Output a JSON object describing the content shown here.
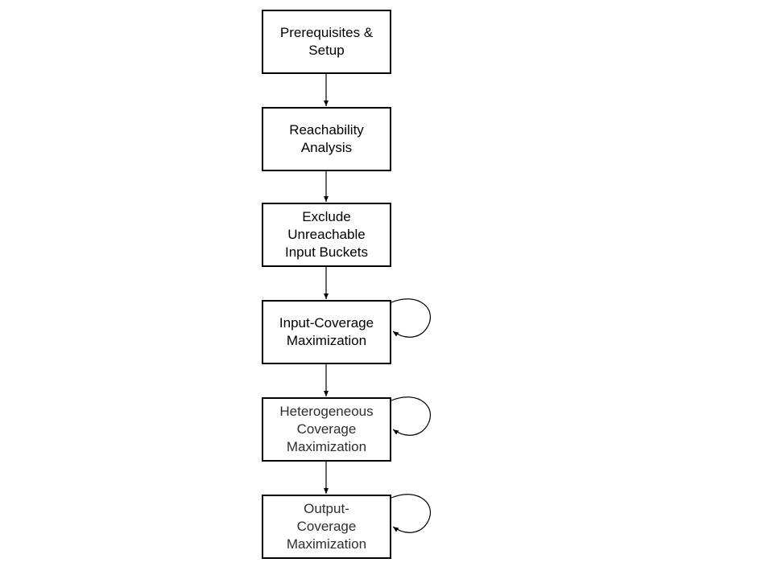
{
  "diagram": {
    "nodes": [
      {
        "id": "prerequisites",
        "label": "Prerequisites &\nSetup",
        "self_loop": false
      },
      {
        "id": "reachability",
        "label": "Reachability\nAnalysis",
        "self_loop": false
      },
      {
        "id": "exclude",
        "label": "Exclude\nUnreachable\nInput Buckets",
        "self_loop": false
      },
      {
        "id": "input_coverage",
        "label": "Input-Coverage\nMaximization",
        "self_loop": true
      },
      {
        "id": "heterogeneous",
        "label": "Heterogeneous\nCoverage\nMaximization",
        "self_loop": true
      },
      {
        "id": "output_coverage",
        "label": "Output-\nCoverage\nMaximization",
        "self_loop": true
      }
    ],
    "edges": [
      {
        "from": "prerequisites",
        "to": "reachability"
      },
      {
        "from": "reachability",
        "to": "exclude"
      },
      {
        "from": "exclude",
        "to": "input_coverage"
      },
      {
        "from": "input_coverage",
        "to": "heterogeneous"
      },
      {
        "from": "heterogeneous",
        "to": "output_coverage"
      }
    ],
    "colors": {
      "stroke": "#000000",
      "background": "#ffffff"
    }
  }
}
